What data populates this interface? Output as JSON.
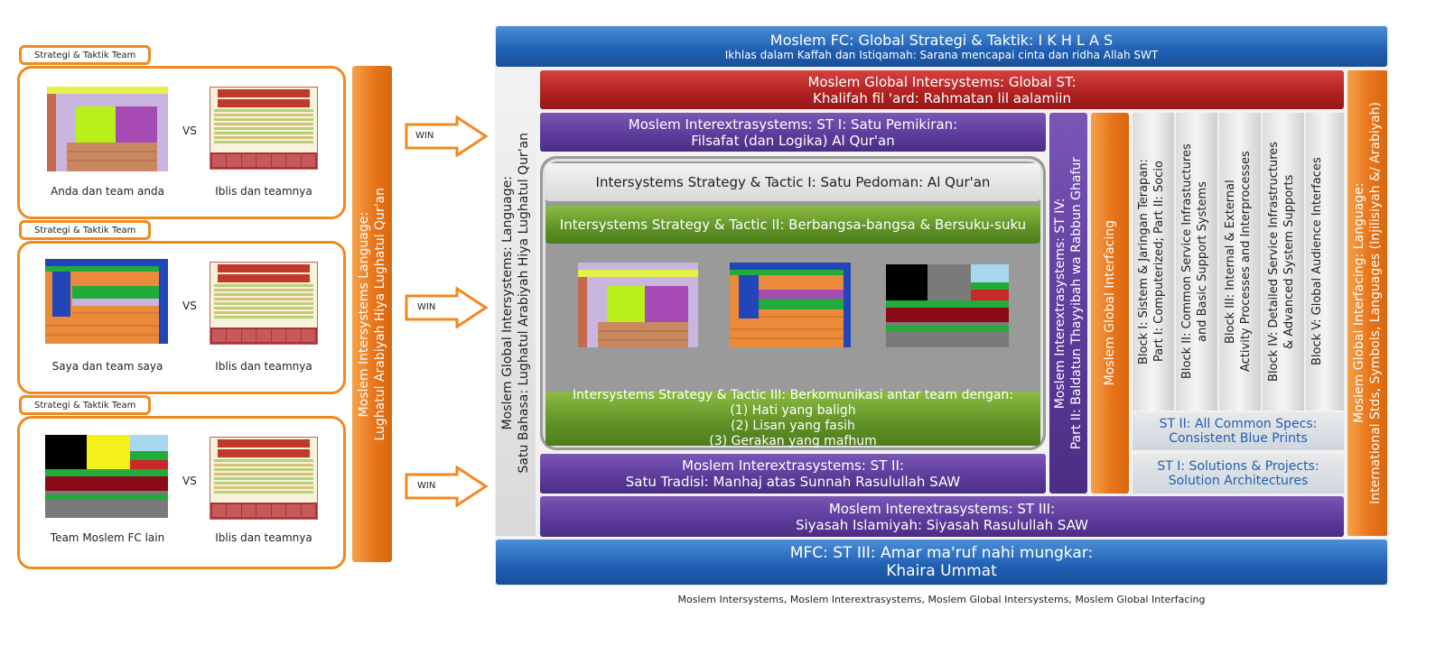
{
  "left": {
    "panels": [
      {
        "tab": "Strategi & Taktik Team",
        "vs": "VS",
        "left_caption": "Anda dan team anda",
        "right_caption": "Iblis dan teamnya"
      },
      {
        "tab": "Strategi & Taktik Team",
        "vs": "VS",
        "left_caption": "Saya dan team saya",
        "right_caption": "Iblis dan teamnya"
      },
      {
        "tab": "Strategi & Taktik Team",
        "vs": "VS",
        "left_caption": "Team Moslem FC lain",
        "right_caption": "Iblis dan teamnya"
      }
    ],
    "language_bar": {
      "line1": "Moslem Intersystems Language:",
      "line2": "Lughatul Arabiyah Hiya Lughatul Qur'an"
    },
    "arrows": [
      "WIN",
      "WIN",
      "WIN"
    ]
  },
  "main": {
    "top_bar": {
      "title": "Moslem FC: Global Strategi & Taktik:  I K H L A S",
      "subtitle": "Ikhlas dalam Kaffah dan Istiqamah: Sarana mencapai cinta dan ridha Allah SWT"
    },
    "global_st": {
      "line1": "Moslem Global Intersystems: Global ST:",
      "line2": "Khalifah fil 'ard: Rahmatan lil aalamiin"
    },
    "st1": {
      "line1": "Moslem Interextrasystems: ST I: Satu Pemikiran:",
      "line2": "Filsafat (dan Logika) Al Qur'an"
    },
    "tactic1": "Intersystems Strategy & Tactic I: Satu Pedoman: Al Qur'an",
    "tactic2": "Intersystems Strategy & Tactic II: Berbangsa-bangsa & Bersuku-suku",
    "tactic3": {
      "line1": "Intersystems Strategy & Tactic III: Berkomunikasi antar team dengan:",
      "items": [
        "(1) Hati yang baligh",
        "(2) Lisan yang fasih",
        "(3) Gerakan yang mafhum"
      ]
    },
    "st2": {
      "line1": "Moslem Interextrasystems: ST II:",
      "line2": "Satu Tradisi: Manhaj atas Sunnah Rasulullah SAW"
    },
    "st3": {
      "line1": "Moslem Interextrasystems: ST III:",
      "line2": "Siyasah Islamiyah: Siyasah Rasulullah SAW"
    },
    "bottom_bar": {
      "line1": "MFC: ST III: Amar ma'ruf nahi mungkar:",
      "line2": "Khaira Ummat"
    },
    "left_vertical": {
      "line1": "Moslem Global Intersystems: Language:",
      "line2": "Satu Bahasa: Lughatul Arabiyah Hiya Lughatul Qur'an"
    },
    "st4_vertical": {
      "line1": "Moslem Interextrasystems: ST IV:",
      "line2": "Part II: Baldatun Thayyibah wa Rabbun Ghafur"
    },
    "global_interfacing": "Moslem Global Interfacing",
    "blocks": [
      {
        "line1": "Block I: Sistem & Jaringan Terapan:",
        "line2": "Part I: Computerized; Part II: Socio"
      },
      {
        "line1": "Block II: Common Service Infrastuctures",
        "line2": "and Basic Support Systems"
      },
      {
        "line1": "Block III: Internal & External",
        "line2": "Activity Processes and Interprocesses"
      },
      {
        "line1": "Block IV: Detailed Service Infrastructures",
        "line2": "& Advanced System Supports"
      },
      {
        "line1": "Block V: Global Audience Interfaces",
        "line2": ""
      }
    ],
    "spec2": {
      "line1": "ST II: All Common Specs:",
      "line2": "Consistent Blue Prints"
    },
    "spec1": {
      "line1": "ST I: Solutions & Projects:",
      "line2": "Solution Architectures"
    },
    "right_vertical": {
      "line1": "Moslem Global Interfacing: Language:",
      "line2": "International Stds, Symbols, Languages (Injilisiyah &/ Arabiyah)"
    }
  },
  "footer": "Moslem Intersystems, Moslem Interextrasystems, Moslem Global Intersystems, Moslem Global Interfacing",
  "colors": {
    "orange": "#f08a1e",
    "blue": "#1f5fb4",
    "red": "#b02020",
    "purple": "#5b3a99",
    "green": "#5f9126"
  }
}
